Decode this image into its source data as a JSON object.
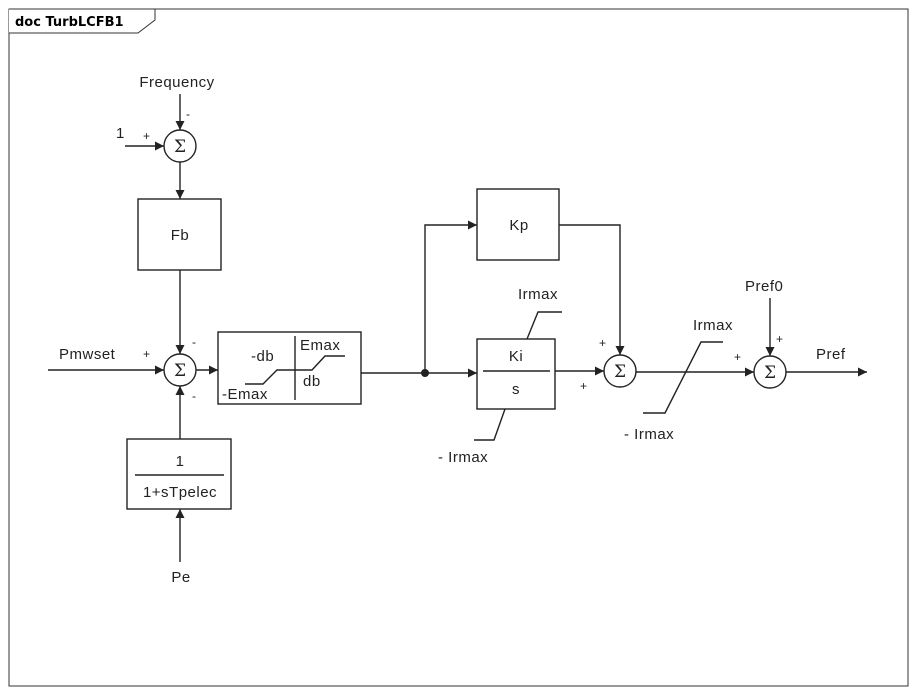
{
  "frame": {
    "title": "doc TurbLCFB1"
  },
  "blocks": {
    "fb": "Fb",
    "kp": "Kp",
    "ki_num": "Ki",
    "ki_den": "s",
    "lag_num": "1",
    "lag_den": "1+sTpelec",
    "db_neg": "-db",
    "db_pos": "db",
    "emax_pos": "Emax",
    "emax_neg": "-Emax"
  },
  "signals": {
    "frequency": "Frequency",
    "one": "1",
    "pmwset": "Pmwset",
    "pe": "Pe",
    "pref0": "Pref0",
    "pref": "Pref",
    "irmax_ki_top": "Irmax",
    "irmax_ki_bot": "- Irmax",
    "irmax_lim_top": "Irmax",
    "irmax_lim_bot": "- Irmax"
  },
  "summing_junctions": {
    "symbol": "Σ",
    "plus": "+",
    "minus": "-"
  }
}
